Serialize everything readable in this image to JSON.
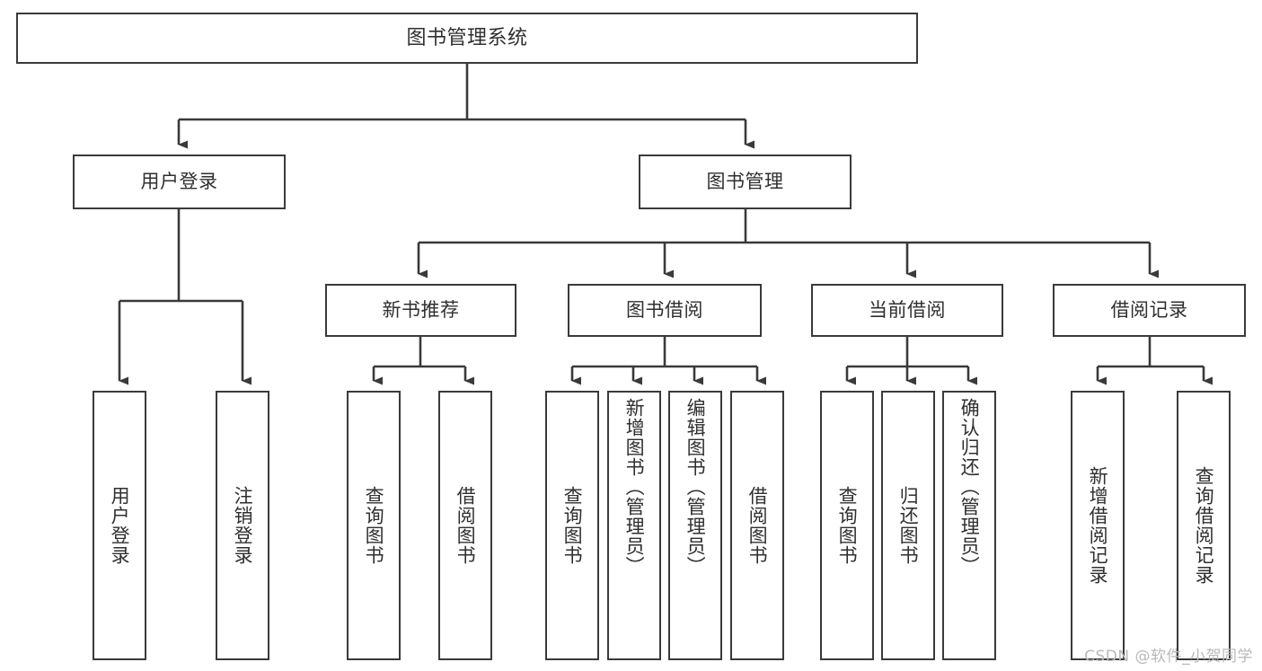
{
  "diagram": {
    "title": "图书管理系统",
    "type": "tree",
    "root": {
      "label": "图书管理系统"
    },
    "level2": [
      {
        "label": "用户登录"
      },
      {
        "label": "图书管理"
      }
    ],
    "level3": [
      {
        "label": "新书推荐"
      },
      {
        "label": "图书借阅"
      },
      {
        "label": "当前借阅"
      },
      {
        "label": "借阅记录"
      }
    ],
    "leaves": {
      "user_login": [
        {
          "label": "用户登录"
        },
        {
          "label": "注销登录"
        }
      ],
      "new_book_recommend": [
        {
          "label": "查询图书"
        },
        {
          "label": "借阅图书"
        }
      ],
      "book_borrow": [
        {
          "label": "查询图书"
        },
        {
          "label": "新增图书（管理员）"
        },
        {
          "label": "编辑图书（管理员）"
        },
        {
          "label": "借阅图书"
        }
      ],
      "current_borrow": [
        {
          "label": "查询图书"
        },
        {
          "label": "归还图书"
        },
        {
          "label": "确认归还（管理员）"
        }
      ],
      "borrow_record": [
        {
          "label": "新增借阅记录"
        },
        {
          "label": "查询借阅记录"
        }
      ]
    },
    "watermark": "CSDN @软件_小贺同学",
    "colors": {
      "box_border": "#3a3a3a",
      "text": "#2f2f2f",
      "background": "#ffffff",
      "connector": "#3a3a3a",
      "watermark": "#b9b9b9"
    }
  }
}
